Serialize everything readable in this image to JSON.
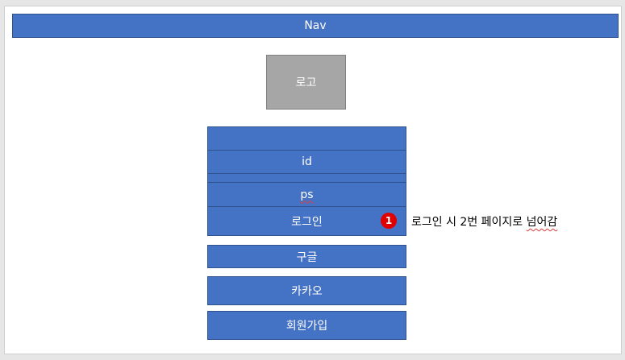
{
  "nav": {
    "label": "Nav"
  },
  "logo": {
    "label": "로고"
  },
  "login_form": {
    "top_blank": "",
    "id_label": "id",
    "gap_blank": "",
    "ps_label": "ps",
    "login_label": "로그인"
  },
  "social": {
    "google_label": "구글",
    "kakao_label": "카카오"
  },
  "signup": {
    "label": "회원가입"
  },
  "annotation": {
    "badge_number": "1",
    "note_prefix": "로그인 시 2번 페이지로 ",
    "note_suffix": "넘어감"
  },
  "colors": {
    "box_fill": "#4472c4",
    "logo_fill": "#a6a6a6",
    "badge": "#e00000"
  }
}
